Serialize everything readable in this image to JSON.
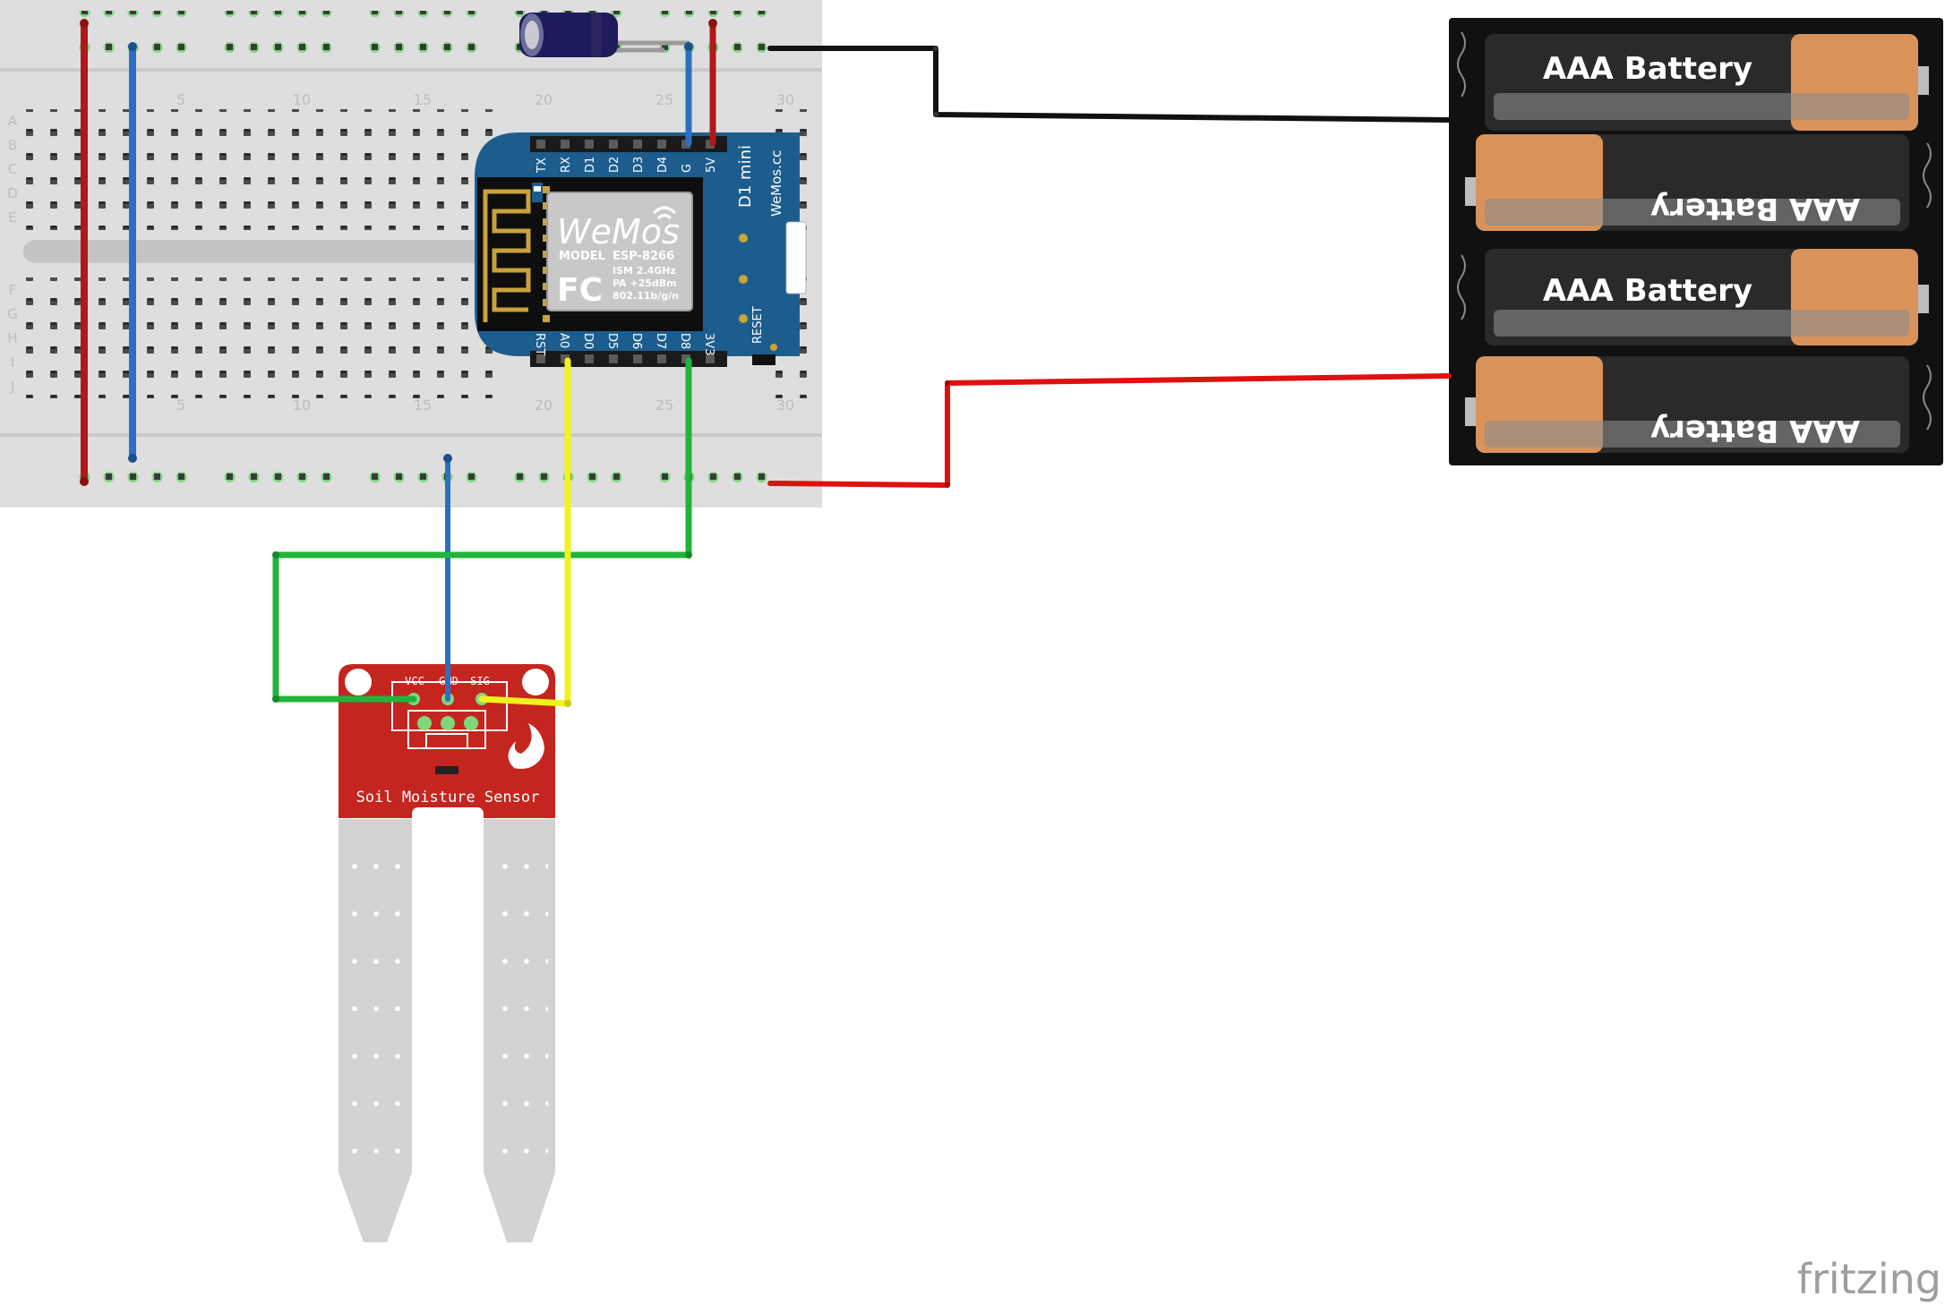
{
  "breadboard": {
    "column_numbers": [
      "5",
      "10",
      "15",
      "20",
      "25",
      "30"
    ],
    "row_letters_top": [
      "A",
      "B",
      "C",
      "D",
      "E"
    ],
    "row_letters_bottom": [
      "F",
      "G",
      "H",
      "I",
      "J"
    ]
  },
  "wemos": {
    "top_pins": [
      "TX",
      "RX",
      "D1",
      "D2",
      "D3",
      "D4",
      "G",
      "5V"
    ],
    "bottom_pins": [
      "RST",
      "A0",
      "D0",
      "D5",
      "D6",
      "D7",
      "D8",
      "3V3"
    ],
    "logo": "WeMos",
    "model_label": "MODEL",
    "model": "ESP-8266",
    "spec_lines": [
      "ISM 2.4GHz",
      "PA +25dBm",
      "802.11b/g/n"
    ],
    "fc_mark": "FC",
    "board_name": "D1 mini",
    "brand": "WeMos.cc",
    "reset_label": "RESET"
  },
  "battery_pack": {
    "cell_label": "AAA Battery",
    "cell_count": 4
  },
  "sensor": {
    "title": "Soil Moisture Sensor",
    "pins": [
      "VCC",
      "GND",
      "SIG"
    ]
  },
  "watermark": "fritzing",
  "colors": {
    "board_blue": "#1d5d8e",
    "sensor_red": "#c4261f",
    "wire_red": "#c41e1e",
    "wire_blue": "#2a6fc4",
    "wire_green": "#22b33a",
    "wire_yellow": "#f2f21c",
    "wire_black": "#111111",
    "battery_copper": "#d9935a"
  }
}
